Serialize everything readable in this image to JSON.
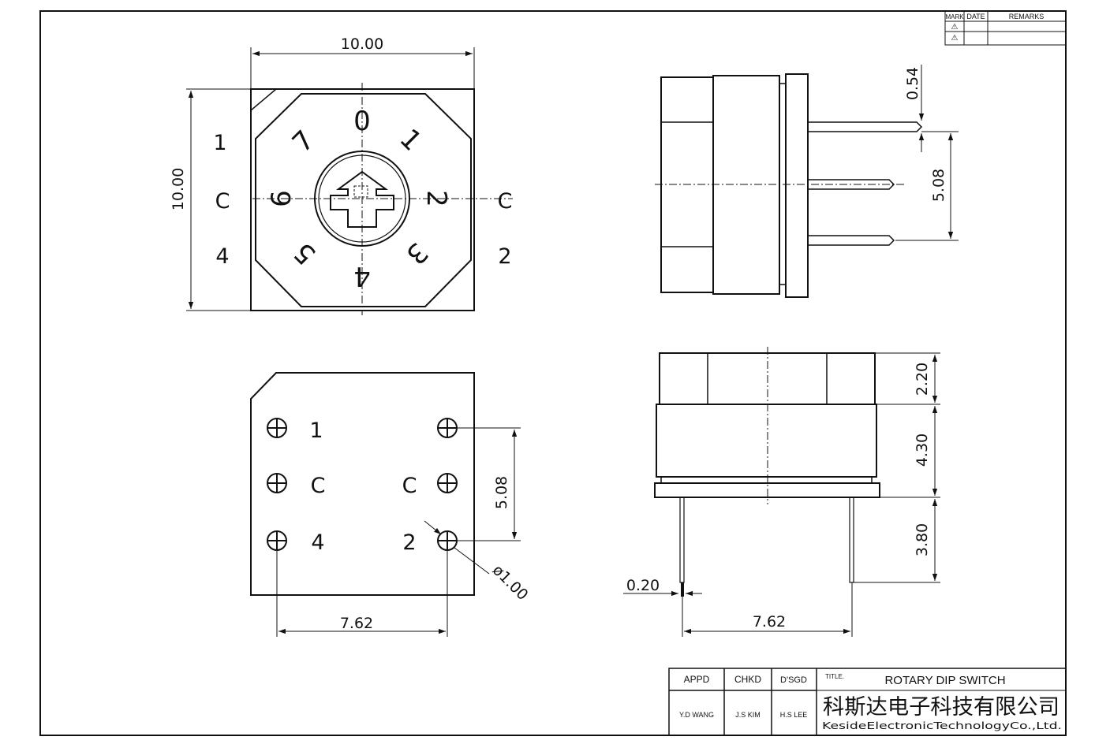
{
  "revision_table": {
    "headers": [
      "MARK",
      "DATE",
      "REMARKS"
    ],
    "marks": [
      "⚠",
      "⚠"
    ]
  },
  "top_view": {
    "width_dim": "10.00",
    "height_dim": "10.00",
    "pins_left": [
      "1",
      "C",
      "4"
    ],
    "pins_right": [
      "C",
      "2"
    ],
    "dial_numbers": [
      "0",
      "1",
      "2",
      "3",
      "4",
      "5",
      "6",
      "7"
    ]
  },
  "side_view": {
    "pin_thickness": "0.54",
    "pin_pitch": "5.08"
  },
  "bottom_view": {
    "pins_left": [
      "1",
      "C",
      "4"
    ],
    "pins_right": [
      "C",
      "2"
    ],
    "pitch_vertical": "5.08",
    "hole_dia": "ø1.00",
    "pitch_horizontal": "7.62"
  },
  "front_view": {
    "dim_top": "2.20",
    "dim_body": "4.30",
    "dim_pin": "3.80",
    "pin_width": "0.20",
    "pin_spacing": "7.62"
  },
  "title_block": {
    "appd_label": "APPD",
    "chkd_label": "CHKD",
    "dsgd_label": "D'SGD",
    "title_label": "TITLE.",
    "appd_name": "Y.D WANG",
    "chkd_name": "J.S KIM",
    "dsgd_name": "H.S LEE",
    "title": "ROTARY DIP SWITCH",
    "company_cn": "科斯达电子科技有限公司",
    "company_en": "KesideElectronicTechnologyCo.,Ltd."
  }
}
